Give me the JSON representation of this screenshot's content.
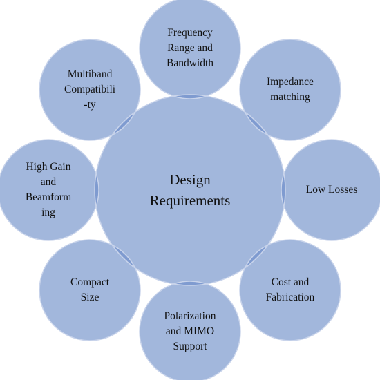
{
  "diagram": {
    "center": {
      "text": "Design\nRequirements",
      "fill": "#a2b7dc",
      "stroke": "#c9d4eb"
    },
    "nodes": [
      {
        "id": "frequency-range",
        "text": "Frequency\nRange and\nBandwidth"
      },
      {
        "id": "impedance-matching",
        "text": "Impedance\nmatching"
      },
      {
        "id": "low-losses",
        "text": "Low Losses"
      },
      {
        "id": "cost-fabrication",
        "text": "Cost and\nFabrication"
      },
      {
        "id": "polarization-mimo",
        "text": "Polarization\nand MIMO\nSupport"
      },
      {
        "id": "compact-size",
        "text": "Compact\nSize"
      },
      {
        "id": "high-gain-beamforming",
        "text": "High Gain\nand\nBeamform\ning"
      },
      {
        "id": "multiband-compatibility",
        "text": "Multiband\nCompatibili\n-ty"
      }
    ],
    "colors": {
      "satellite_fill": "#a2b7dc",
      "satellite_stroke": "#c9d4eb",
      "overlap_fill": "#7f9bd0"
    }
  }
}
